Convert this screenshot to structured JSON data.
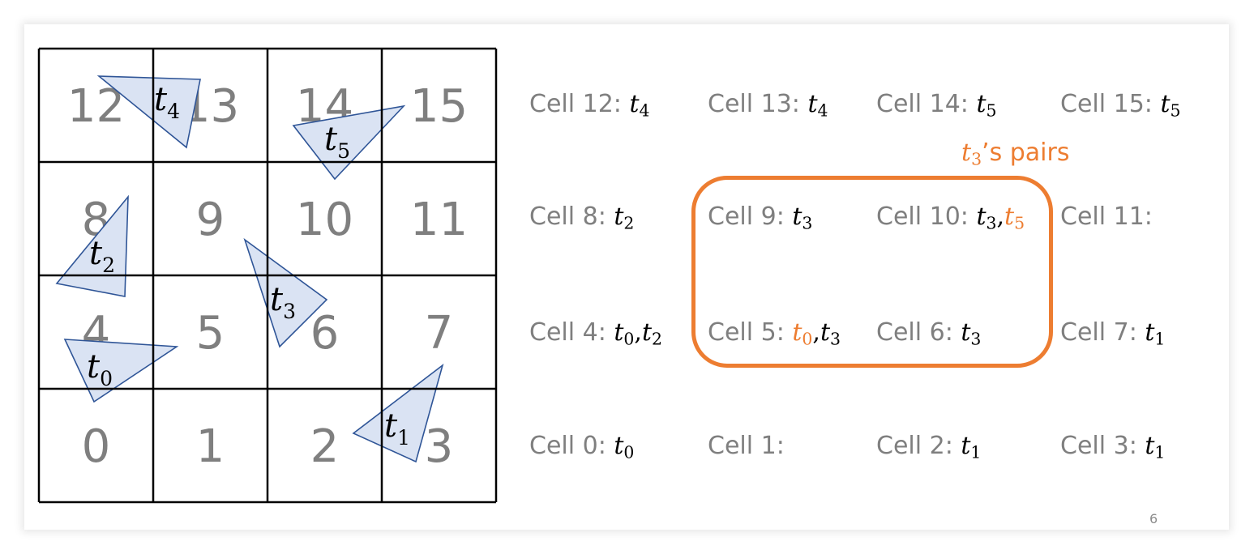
{
  "grid": {
    "cells": [
      {
        "n": "12"
      },
      {
        "n": "13"
      },
      {
        "n": "14"
      },
      {
        "n": "15"
      },
      {
        "n": "8"
      },
      {
        "n": "9"
      },
      {
        "n": "10"
      },
      {
        "n": "11"
      },
      {
        "n": "4"
      },
      {
        "n": "5"
      },
      {
        "n": "6"
      },
      {
        "n": "7"
      },
      {
        "n": "0"
      },
      {
        "n": "1"
      },
      {
        "n": "2"
      },
      {
        "n": "3"
      }
    ]
  },
  "triangles": [
    {
      "label": "t",
      "sub": "0"
    },
    {
      "label": "t",
      "sub": "1"
    },
    {
      "label": "t",
      "sub": "2"
    },
    {
      "label": "t",
      "sub": "3"
    },
    {
      "label": "t",
      "sub": "4"
    },
    {
      "label": "t",
      "sub": "5"
    }
  ],
  "entries": [
    {
      "prefix": "Cell 12: ",
      "tris": [
        {
          "sub": "4"
        }
      ]
    },
    {
      "prefix": "Cell 13: ",
      "tris": [
        {
          "sub": "4"
        }
      ]
    },
    {
      "prefix": "Cell 14: ",
      "tris": [
        {
          "sub": "5"
        }
      ]
    },
    {
      "prefix": "Cell 15: ",
      "tris": [
        {
          "sub": "5"
        }
      ]
    },
    {
      "prefix": "Cell 8: ",
      "tris": [
        {
          "sub": "2"
        }
      ]
    },
    {
      "prefix": "Cell 9: ",
      "tris": [
        {
          "sub": "3"
        }
      ]
    },
    {
      "prefix": "Cell 10: ",
      "tris": [
        {
          "sub": "3"
        },
        {
          "sub": "5",
          "highlight": true
        }
      ]
    },
    {
      "prefix": "Cell 11:",
      "tris": []
    },
    {
      "prefix": "Cell 4: ",
      "tris": [
        {
          "sub": "0"
        },
        {
          "sub": "2"
        }
      ]
    },
    {
      "prefix": "Cell 5: ",
      "tris": [
        {
          "sub": "0",
          "highlight": true
        },
        {
          "sub": "3"
        }
      ]
    },
    {
      "prefix": "Cell 6: ",
      "tris": [
        {
          "sub": "3"
        }
      ]
    },
    {
      "prefix": "Cell 7: ",
      "tris": [
        {
          "sub": "1"
        }
      ]
    },
    {
      "prefix": "Cell 0: ",
      "tris": [
        {
          "sub": "0"
        }
      ]
    },
    {
      "prefix": "Cell 1:",
      "tris": []
    },
    {
      "prefix": "Cell 2: ",
      "tris": [
        {
          "sub": "1"
        }
      ]
    },
    {
      "prefix": "Cell 3: ",
      "tris": [
        {
          "sub": "1"
        }
      ]
    }
  ],
  "pairs_label": {
    "t": "t",
    "sub": "3",
    "suffix": "’s pairs"
  },
  "tri_symbol": "t",
  "list_separator": ",",
  "page_number": "6",
  "colors": {
    "highlight": "#ed7d31",
    "triangle_fill": "#dae3f3",
    "triangle_stroke": "#2f5597",
    "cell_number": "#7f7f7f"
  }
}
